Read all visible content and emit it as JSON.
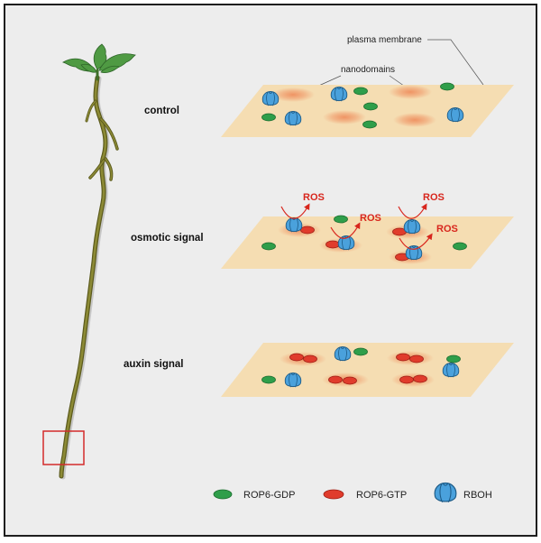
{
  "annotations": {
    "plasma_membrane": "plasma membrane",
    "nanodomains": "nanodomains"
  },
  "panels": [
    {
      "label": "control"
    },
    {
      "label": "osmotic signal",
      "ros_labels": [
        "ROS",
        "ROS",
        "ROS",
        "ROS"
      ]
    },
    {
      "label": "auxin signal"
    }
  ],
  "legend": [
    {
      "label": "ROP6-GDP",
      "icon": "rop6-gdp-icon"
    },
    {
      "label": "ROP6-GTP",
      "icon": "rop6-gtp-icon"
    },
    {
      "label": "RBOH",
      "icon": "rboh-icon"
    }
  ],
  "colors": {
    "background": "#ededed",
    "membrane": "#f5ddb2",
    "nanodomain": "#ee8756",
    "rop6_gdp": "#2f9e4a",
    "rop6_gtp": "#e03c2c",
    "rboh": "#4aa1dc",
    "ros": "#d8261d",
    "leaf": "#4f9a43",
    "root": "#8c8a35",
    "highlight_box": "#d42b2b"
  }
}
